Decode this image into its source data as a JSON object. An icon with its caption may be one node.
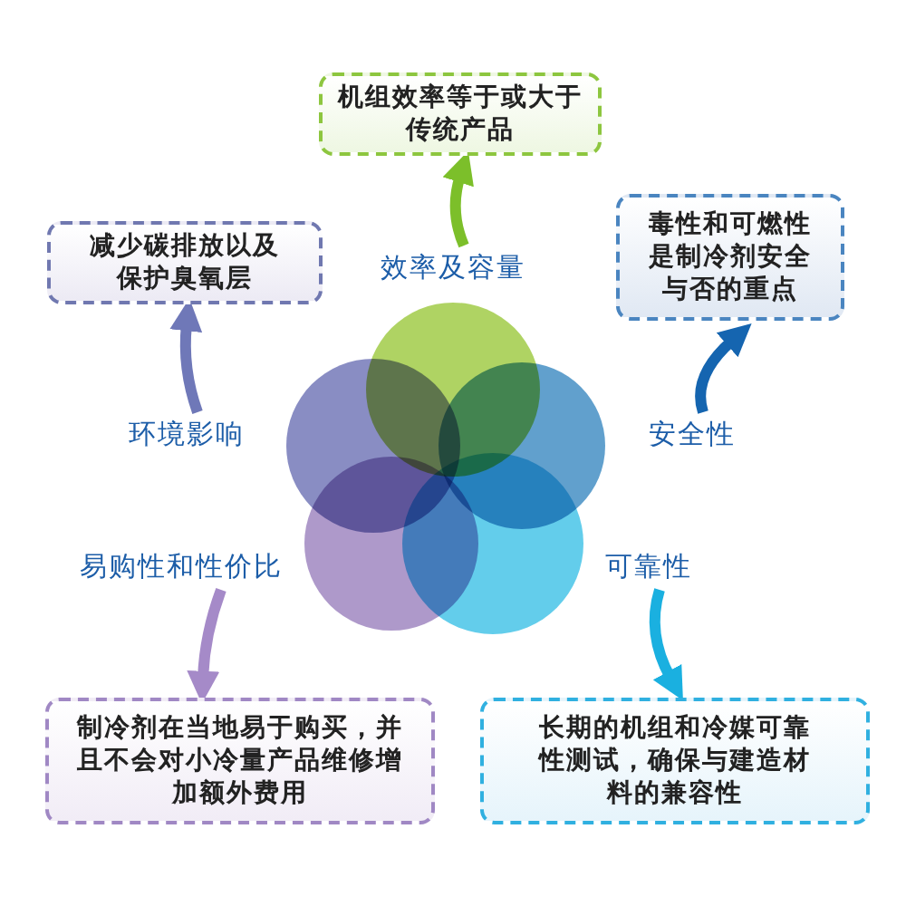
{
  "diagram": {
    "nodes": [
      {
        "text": [
          "机组效率等于或大于传统产品"
        ]
      },
      {
        "text": [
          "效率及容量"
        ]
      },
      {
        "text": [
          "减少碳排放以及保护臭氧层"
        ]
      },
      {
        "text": [
          "毒性和可燃性是制冷剂安全与否的重点"
        ]
      },
      {
        "text": [
          "环境影响"
        ]
      },
      {
        "text": [
          "安全性"
        ]
      },
      {
        "text": [
          "易购性和性价比"
        ]
      },
      {
        "text": [
          "可靠性"
        ]
      },
      {
        "text": [
          "制冷剂在当地易于购买，并且不会对小冷量产品维修增加额外费用"
        ]
      },
      {
        "text": [
          "长期的机组和冷媒可靠性测试，确保与建造材料的兼容性"
        ]
      }
    ],
    "edges": [
      {
        "from": 1,
        "to": 0,
        "arrow": "to",
        "color": "#7cbf2a"
      },
      {
        "from": 4,
        "to": 2,
        "arrow": "to",
        "color": "#6f78b8"
      },
      {
        "from": 5,
        "to": 3,
        "arrow": "to",
        "color": "#1565b0"
      },
      {
        "from": 6,
        "to": 8,
        "arrow": "to",
        "color": "#a58ac8"
      },
      {
        "from": 7,
        "to": 9,
        "arrow": "to",
        "color": "#1ab0e0"
      }
    ]
  }
}
